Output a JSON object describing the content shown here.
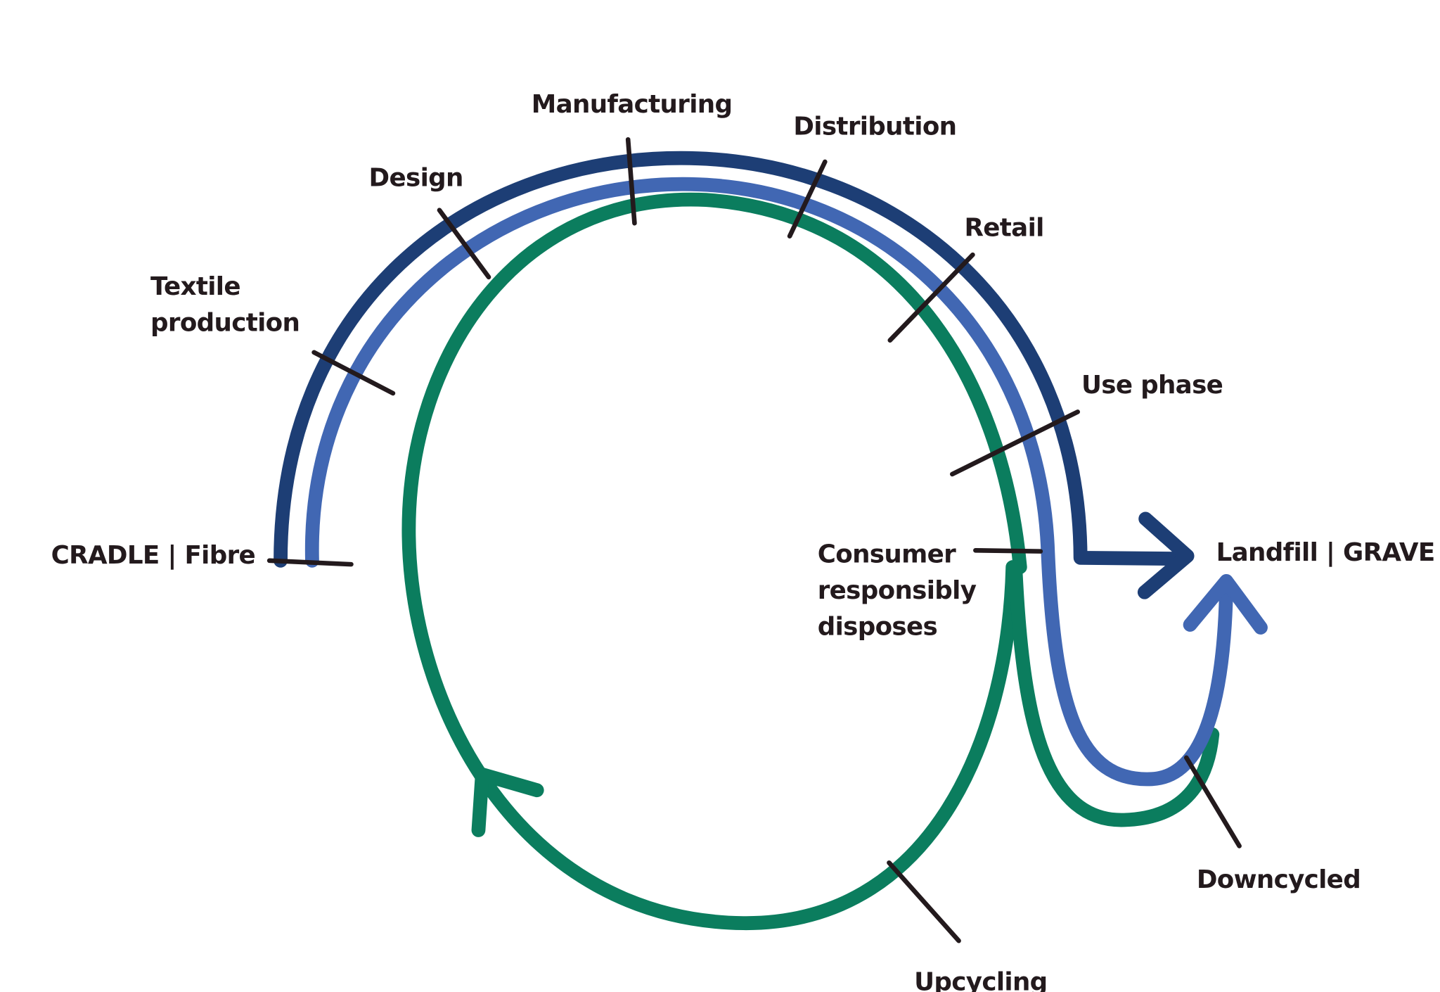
{
  "diagram": {
    "type": "textile product lifecycle flow",
    "colors": {
      "linear_path": "#1d3e75",
      "downcycle_path": "#4167b3",
      "upcycle_path": "#0b7d5e",
      "ticks_and_text": "#231a1d",
      "background": "#ffffff"
    },
    "labels": {
      "cradle": "CRADLE | Fibre",
      "textile_production_line1": "Textile",
      "textile_production_line2": "production",
      "design": "Design",
      "manufacturing": "Manufacturing",
      "distribution": "Distribution",
      "retail": "Retail",
      "use_phase": "Use phase",
      "consumer_line1": "Consumer",
      "consumer_line2": "responsibly",
      "consumer_line3": "disposes",
      "grave": "Landfill | GRAVE",
      "downcycled": "Downcycled",
      "upcycling": "Upcycling"
    },
    "paths": [
      {
        "name": "linear",
        "from": "CRADLE | Fibre",
        "to": "Landfill | GRAVE"
      },
      {
        "name": "downcycle",
        "from": "CRADLE | Fibre",
        "via": "Downcycled",
        "to": "Landfill | GRAVE"
      },
      {
        "name": "upcycle",
        "from": "Consumer responsibly disposes",
        "via": "Upcycling",
        "to": "Design (loop)"
      }
    ]
  }
}
